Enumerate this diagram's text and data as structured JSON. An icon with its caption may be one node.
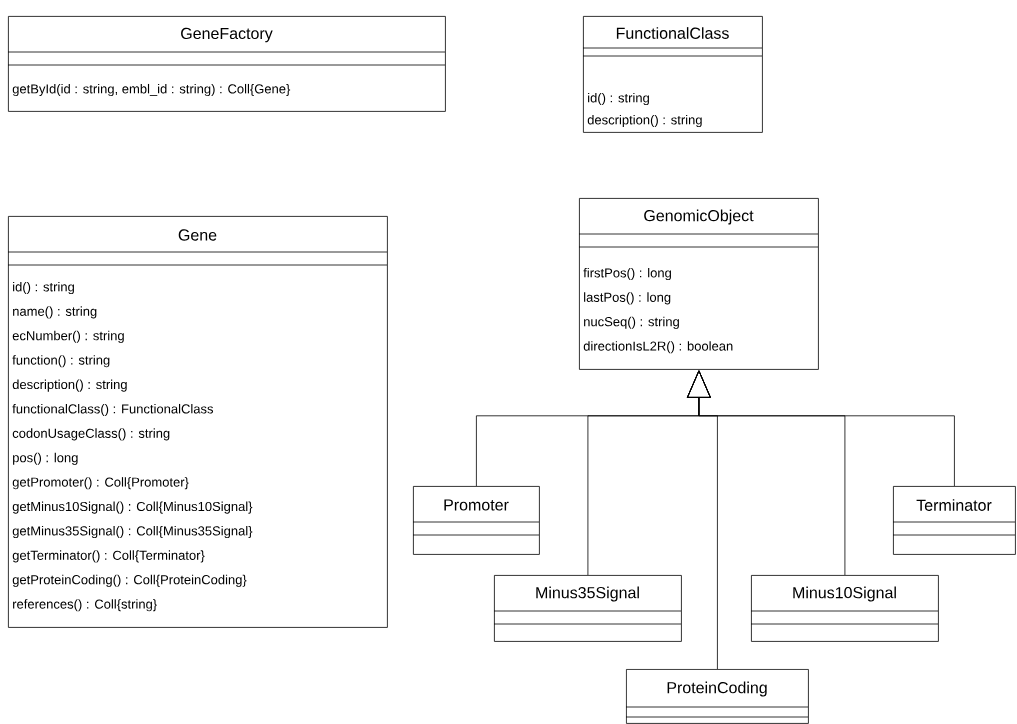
{
  "diagram": {
    "nodes": [
      {
        "text": [
          "GeneFactory",
          "getById(id : string, embl_id : string) : Coll{Gene}"
        ]
      },
      {
        "text": [
          "FunctionalClass",
          "id() : string",
          "description() : string"
        ]
      },
      {
        "text": [
          "Gene",
          "id() : string",
          "name() : string",
          "ecNumber() : string",
          "function() : string",
          "description() : string",
          "functionalClass() : FunctionalClass",
          "codonUsageClass() : string",
          "pos() : long",
          "getPromoter() : Coll{Promoter}",
          "getMinus10Signal() : Coll{Minus10Signal}",
          "getMinus35Signal() : Coll{Minus35Signal}",
          "getTerminator() : Coll{Terminator}",
          "getProteinCoding() : Coll{ProteinCoding}",
          "references() : Coll{string}"
        ]
      },
      {
        "text": [
          "GenomicObject",
          "firstPos() : long",
          "lastPos() : long",
          "nucSeq() : string",
          "directionIsL2R() : boolean"
        ]
      },
      {
        "text": [
          "Promoter"
        ]
      },
      {
        "text": [
          "Terminator"
        ]
      },
      {
        "text": [
          "Minus35Signal"
        ]
      },
      {
        "text": [
          "Minus10Signal"
        ]
      },
      {
        "text": [
          "ProteinCoding"
        ]
      }
    ],
    "edges": [
      {
        "from": 4,
        "to": 3,
        "arrow": "to"
      },
      {
        "from": 6,
        "to": 3,
        "arrow": "to"
      },
      {
        "from": 8,
        "to": 3,
        "arrow": "to"
      },
      {
        "from": 7,
        "to": 3,
        "arrow": "to"
      },
      {
        "from": 5,
        "to": 3,
        "arrow": "to"
      }
    ]
  }
}
